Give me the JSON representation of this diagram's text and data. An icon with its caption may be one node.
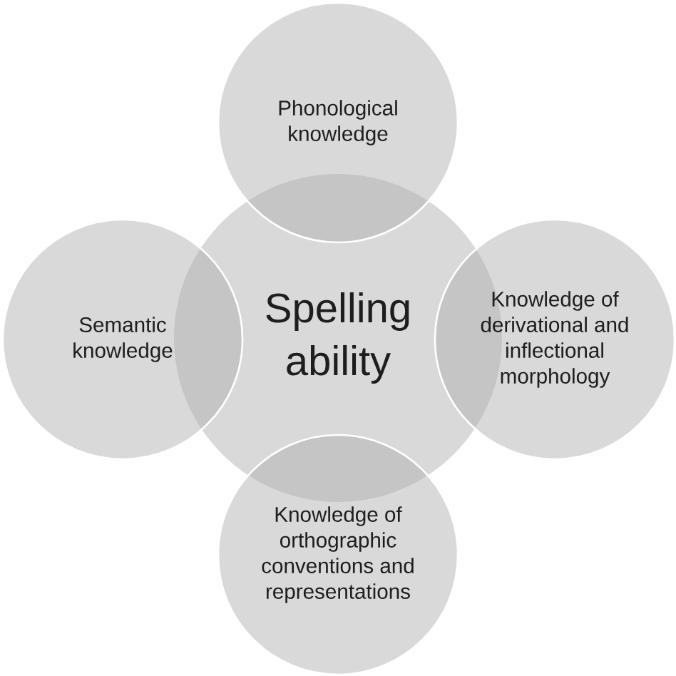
{
  "diagram": {
    "nodes": [
      {
        "text": [
          "Phonological knowledge"
        ]
      },
      {
        "text": [
          "Semantic knowledge"
        ]
      },
      {
        "text": [
          "Spelling ability"
        ]
      },
      {
        "text": [
          "Knowledge of derivational and inflectional morphology"
        ]
      },
      {
        "text": [
          "Knowledge of orthographic conventions and representations"
        ]
      }
    ]
  }
}
